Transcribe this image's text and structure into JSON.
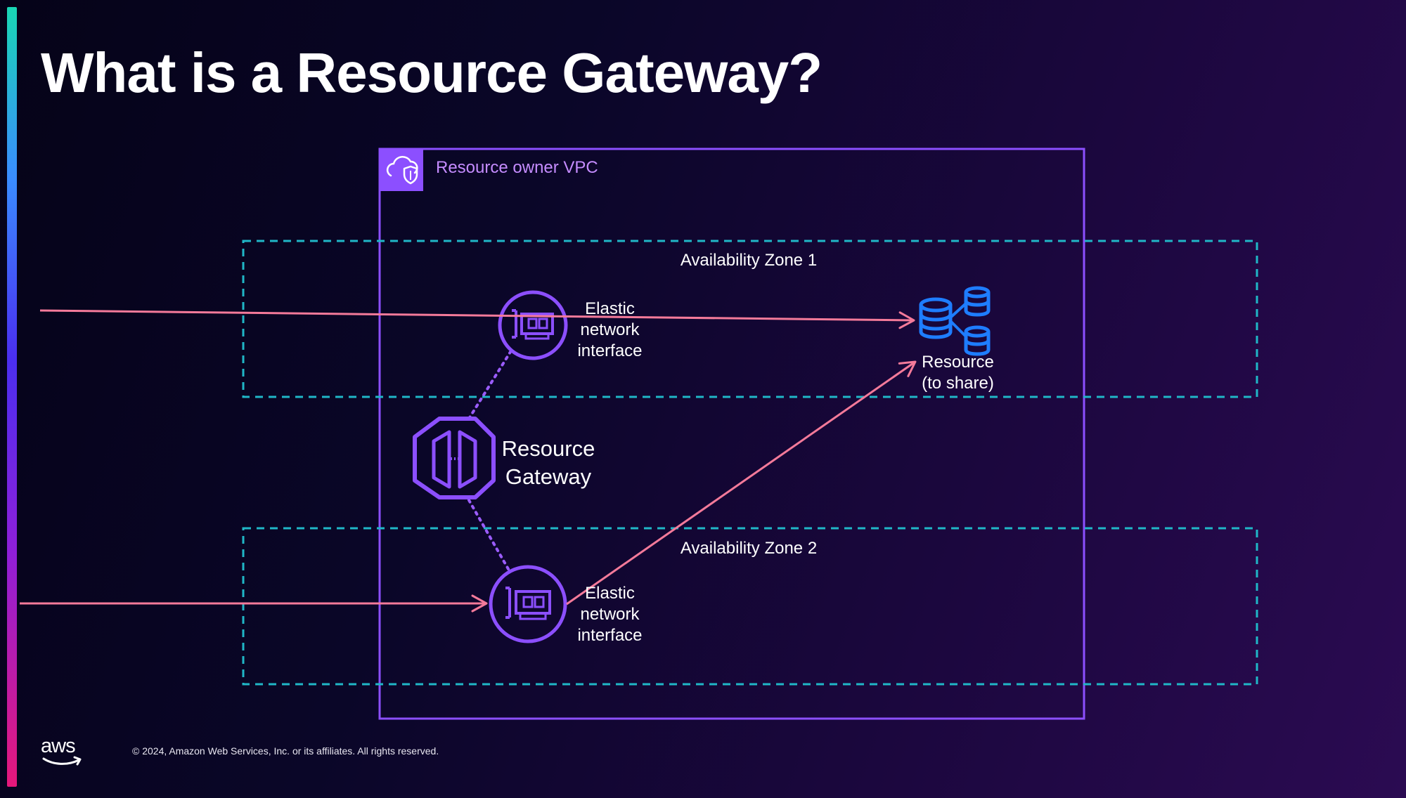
{
  "slide": {
    "title": "What is a Resource Gateway?",
    "copyright": "© 2024, Amazon Web Services, Inc. or its affiliates. All rights reserved.",
    "logo_text": "aws"
  },
  "diagram": {
    "vpc": {
      "label": "Resource owner VPC",
      "icon": "vpc-cloud-shield-icon"
    },
    "zones": [
      {
        "label": "Availability Zone 1"
      },
      {
        "label": "Availability Zone 2"
      }
    ],
    "eni_1": {
      "label_lines": [
        "Elastic",
        "network",
        "interface"
      ],
      "icon": "network-interface-card-icon"
    },
    "eni_2": {
      "label_lines": [
        "Elastic",
        "network",
        "interface"
      ],
      "icon": "network-interface-card-icon"
    },
    "resource_gateway": {
      "label_lines": [
        "Resource",
        "Gateway"
      ],
      "icon": "resource-gateway-icon"
    },
    "resource": {
      "label_lines": [
        "Resource",
        "(to share)"
      ],
      "icon": "database-cluster-icon"
    },
    "colors": {
      "vpc_border": "#8c4fff",
      "zone_border": "#20b7c7",
      "arrow": "#f47a9a",
      "gateway": "#8c4fff",
      "resource_icon": "#1e7dff"
    }
  }
}
